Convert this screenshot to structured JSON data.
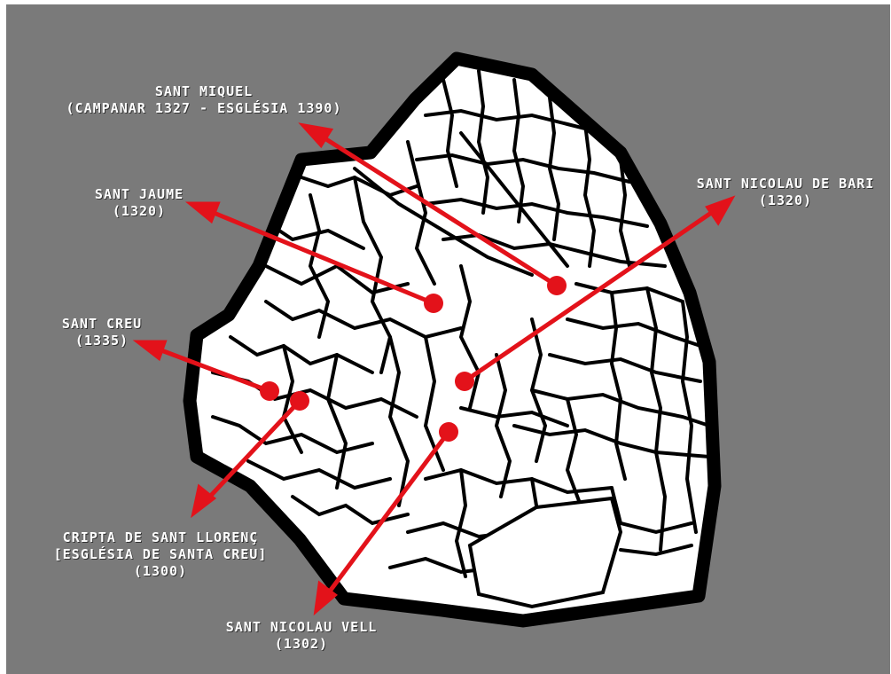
{
  "colors": {
    "background": "#7a7a7a",
    "city_fill": "#ffffff",
    "city_border": "#000000",
    "streets": "#000000",
    "marker": "#e3121a",
    "arrow": "#e3121a",
    "label_text": "#ffffff"
  },
  "labels": {
    "sant_miquel": {
      "line1": "SANT MIQUEL",
      "line2": "(CAMPANAR 1327 - ESGLÉSIA 1390)"
    },
    "sant_jaume": {
      "line1": "SANT JAUME",
      "line2": "(1320)"
    },
    "sant_creu": {
      "line1": "SANT CREU",
      "line2": "(1335)"
    },
    "cripta": {
      "line1": "CRIPTA DE SANT LLORENÇ",
      "line2": "[ESGLÉSIA DE SANTA CREU]",
      "line3": "(1300)"
    },
    "nicolau_vell": {
      "line1": "SANT NICOLAU VELL",
      "line2": "(1302)"
    },
    "nicolau_bari": {
      "line1": "SANT NICOLAU DE BARI",
      "line2": "(1320)"
    }
  },
  "markers": [
    {
      "name": "sant-miquel",
      "label": "SANT MIQUEL"
    },
    {
      "name": "sant-jaume",
      "label": "SANT JAUME"
    },
    {
      "name": "sant-creu",
      "label": "SANT CREU"
    },
    {
      "name": "cripta-sant-llorenc",
      "label": "CRIPTA DE SANT LLORENÇ"
    },
    {
      "name": "sant-nicolau-vell",
      "label": "SANT NICOLAU VELL"
    },
    {
      "name": "sant-nicolau-de-bari",
      "label": "SANT NICOLAU DE BARI"
    }
  ]
}
